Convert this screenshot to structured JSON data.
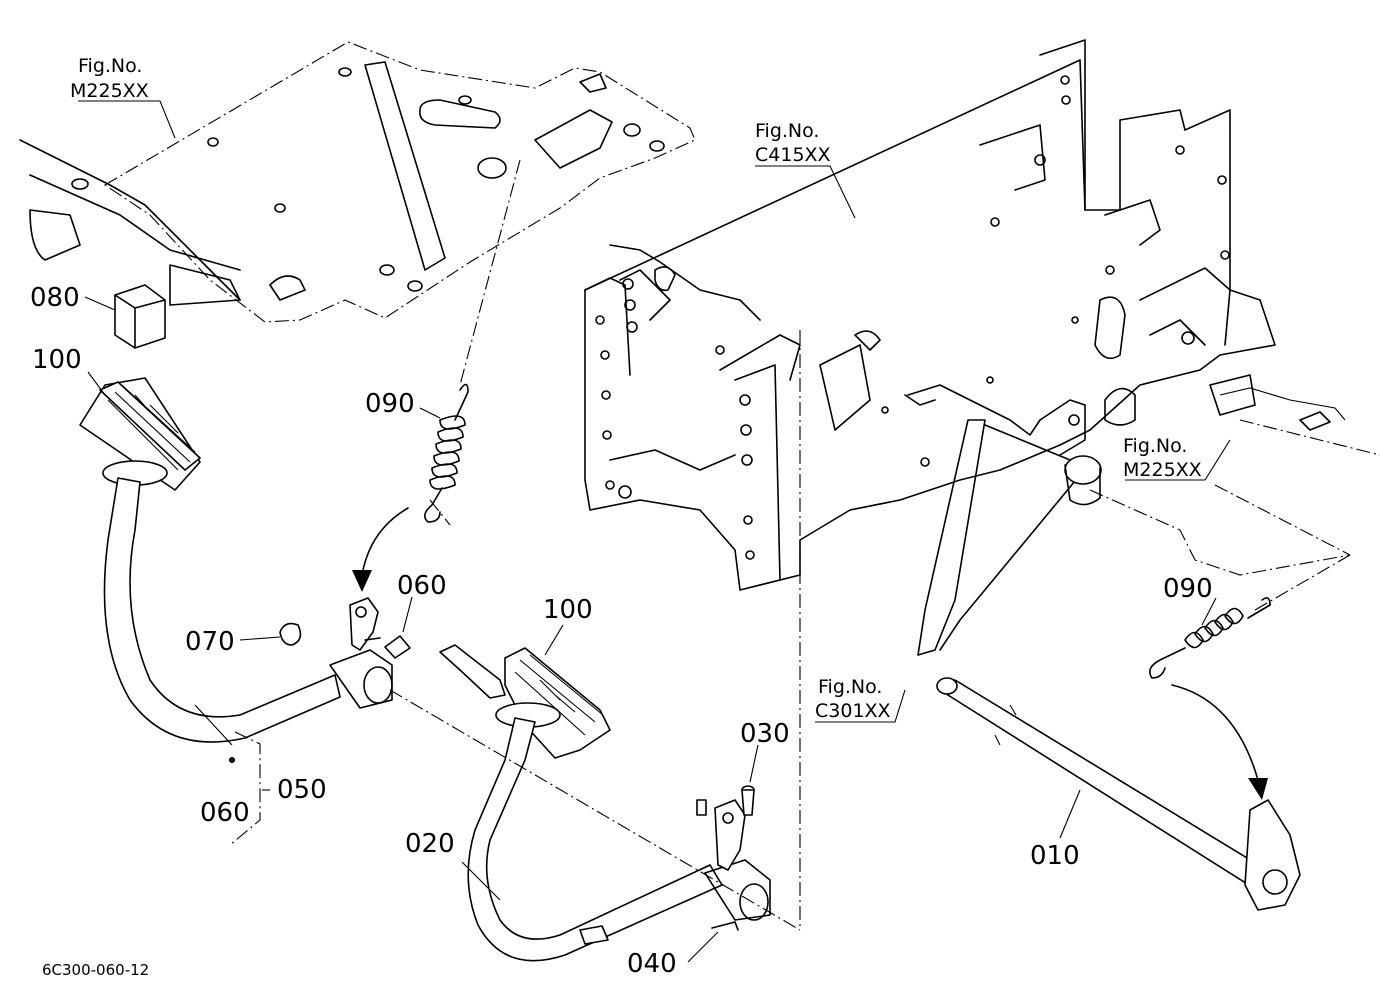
{
  "drawing_number": "6C300-060-12",
  "figure_refs": [
    {
      "id": "fig-top-left",
      "line1": "Fig.No.",
      "line2": "M225XX"
    },
    {
      "id": "fig-frame",
      "line1": "Fig.No.",
      "line2": "C415XX"
    },
    {
      "id": "fig-right",
      "line1": "Fig.No.",
      "line2": "M225XX"
    },
    {
      "id": "fig-bottom",
      "line1": "Fig.No.",
      "line2": "C301XX"
    }
  ],
  "callouts": {
    "c080": "080",
    "c100_left": "100",
    "c090_left": "090",
    "c060_upper": "060",
    "c070": "070",
    "c060_lower": "060",
    "c050": "050",
    "c100_right": "100",
    "c030": "030",
    "c020": "020",
    "c040": "040",
    "c090_right": "090",
    "c010": "010"
  }
}
